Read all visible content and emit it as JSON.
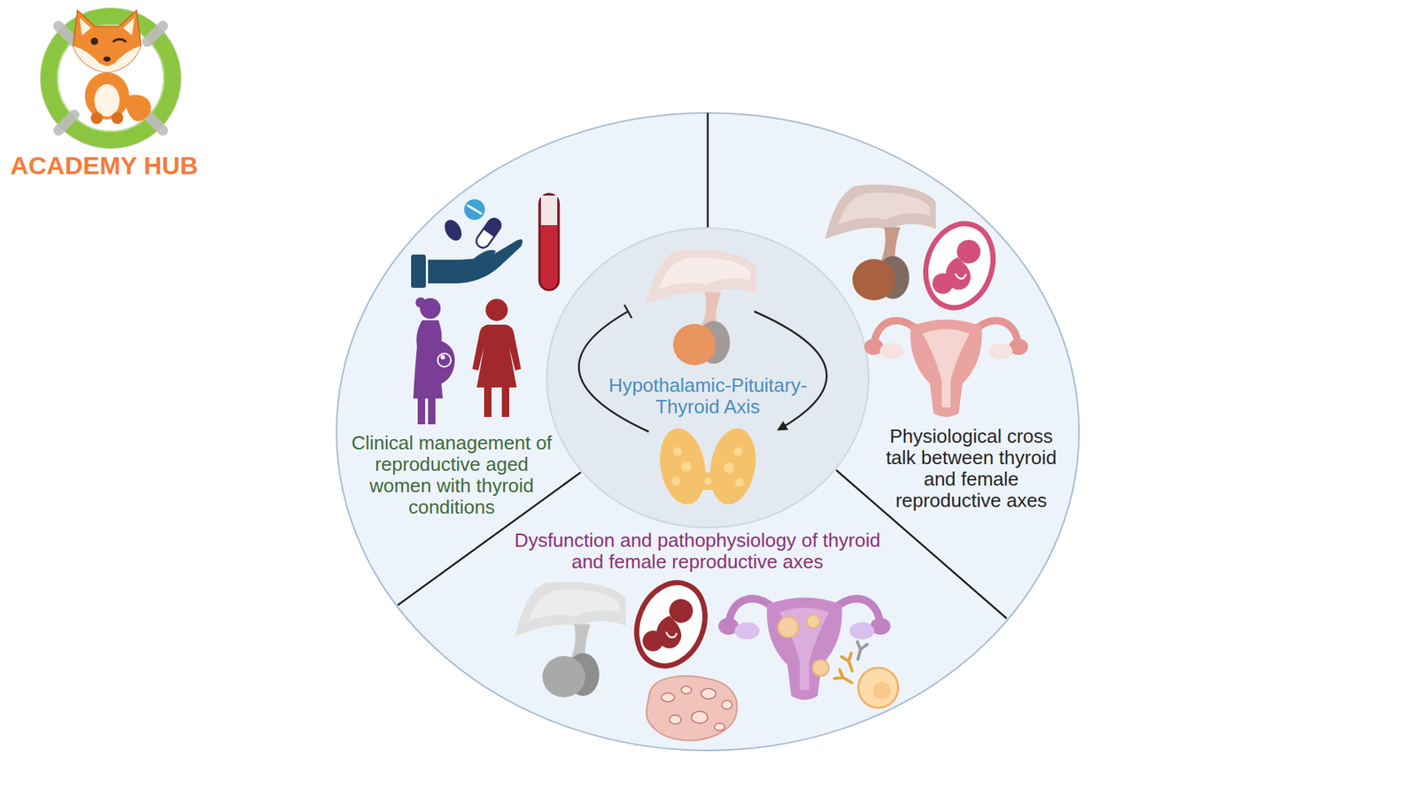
{
  "diagram": {
    "nodes": [
      {
        "text": [
          "Clinical management of reproductive aged women with thyroid conditions"
        ]
      },
      {
        "text": [
          "Hypothalamic-Pituitary-Thyroid Axis"
        ]
      },
      {
        "text": [
          "Physiological cross talk between thyroid and female reproductive axes"
        ]
      },
      {
        "text": [
          "Dysfunction and pathophysiology of thyroid and female reproductive axes"
        ]
      }
    ],
    "labels": [
      "ACADEMY HUB"
    ]
  }
}
